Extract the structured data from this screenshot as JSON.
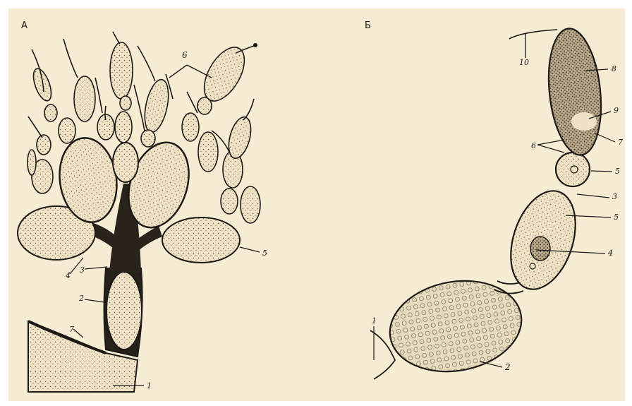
{
  "panels": [
    {
      "id": "A",
      "label": "А"
    },
    {
      "id": "B",
      "label": "Б"
    }
  ],
  "numbers_a": {
    "n1": "1",
    "n2": "2",
    "n3": "3",
    "n4": "4",
    "n5": "5",
    "n6": "6",
    "n7": "7"
  },
  "numbers_b": {
    "n1": "1",
    "n2": "2",
    "n3": "3",
    "n4": "4",
    "n5a": "5",
    "n5b": "5",
    "n6": "6",
    "n7": "7",
    "n8": "8",
    "n9": "9",
    "n10": "10"
  },
  "colors": {
    "paper": "#f6ecd4",
    "ink": "#1d1a16",
    "cell_fill": "#efe2c4",
    "dark": "#26201a"
  }
}
